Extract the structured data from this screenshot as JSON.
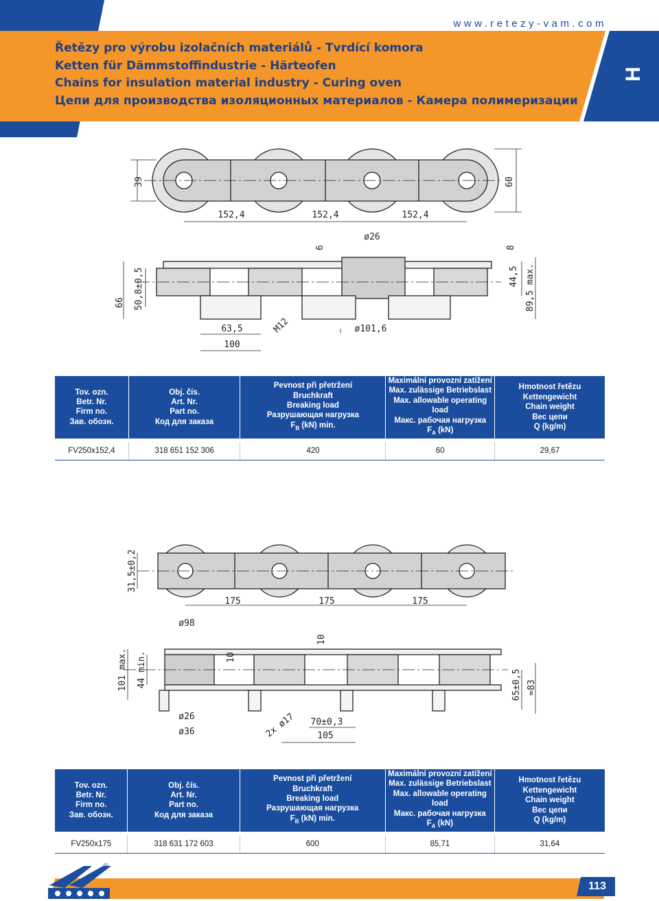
{
  "header": {
    "website": "www.retezy-vam.com",
    "section_letter": "H",
    "titles": [
      "Řetězy pro výrobu izolačních materiálů - Tvrdící komora",
      "Ketten für Dämmstoffindustrie - Härteofen",
      "Chains for insulation material industry - Curing oven",
      "Цепи для производства изоляционных материалов - Камера полимеризации"
    ],
    "colors": {
      "orange": "#f5962a",
      "blue": "#1b4d9e"
    }
  },
  "drawing1": {
    "dims": {
      "height_39": "39",
      "height_60": "60",
      "pitch_1": "152,4",
      "pitch_2": "152,4",
      "pitch_3": "152,4",
      "bore_26": "ø26",
      "plate_6": "6",
      "top_8": "8",
      "height_66": "66",
      "height_50_8": "50,8±0,5",
      "height_44_5": "44,5",
      "height_89_5": "89,5 max.",
      "width_63_5": "63,5",
      "width_100": "100",
      "thread_m12": "M12",
      "roller_101_6": "ø101,6"
    }
  },
  "drawing2": {
    "dims": {
      "height_31_5": "31,5±0,2",
      "pitch_1": "175",
      "pitch_2": "175",
      "pitch_3": "175",
      "roller_98": "ø98",
      "plate_10_top": "10",
      "plate_10_side": "10",
      "height_101": "101 max.",
      "height_44": "44 min.",
      "bore_26": "ø26",
      "bore_36": "ø36",
      "holes_17": "2x ø17",
      "hole_dist_70": "70±0,3",
      "width_105": "105",
      "height_65": "65±0,5",
      "height_83": "≈83"
    }
  },
  "table_headers": [
    [
      "Tov. ozn.",
      "Betr. Nr.",
      "Firm no.",
      "Зав. обозн."
    ],
    [
      "Obj. čís.",
      "Art. Nr.",
      "Part no.",
      "Код для заказа"
    ],
    [
      "Pevnost při přetržení",
      "Bruchkraft",
      "Breaking load",
      "Разрушающая нагрузка",
      "F",
      "B",
      " (kN) min."
    ],
    [
      "Maximální provozní zatížení",
      "Max. zulässige Betriebslast",
      "Max. allowable operating load",
      "Макс. рабочая нагрузка",
      "F",
      "A",
      " (kN)"
    ],
    [
      "Hmotnost řetězu",
      "Kettengewicht",
      "Chain weight",
      "Вес цепи",
      "Q (kg/m)"
    ]
  ],
  "table1": {
    "rows": [
      [
        "FV250x152,4",
        "318 651 152 306",
        "420",
        "60",
        "29,67"
      ]
    ]
  },
  "table2": {
    "rows": [
      [
        "FV250x175",
        "318 631 172 603",
        "600",
        "85,71",
        "31,64"
      ]
    ]
  },
  "footer": {
    "logo": "VAM logo",
    "registered_mark": "®",
    "page_number": "113"
  }
}
